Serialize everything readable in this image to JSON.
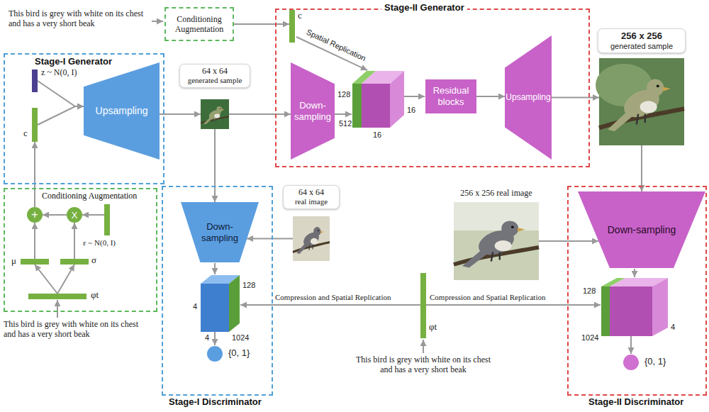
{
  "diagram": {
    "nodes": [
      {
        "text": [
          "Conditioning Augmentation"
        ]
      },
      {
        "text": [
          "Stage-II Generator"
        ]
      },
      {
        "text": [
          "c"
        ],
        "in": 1
      },
      {
        "text": [
          "Down-sampling"
        ],
        "in": 1
      },
      {
        "text": [
          "Residual blocks"
        ],
        "in": 1
      },
      {
        "text": [
          "Upsampling"
        ],
        "in": 1
      },
      {
        "text": [
          "256 x 256",
          "generated sample"
        ]
      },
      {
        "text": [
          "Stage-I Generator"
        ]
      },
      {
        "text": [
          "z ~ N(0, I)"
        ],
        "in": 7
      },
      {
        "text": [
          "c"
        ],
        "in": 7
      },
      {
        "text": [
          "Upsampling"
        ],
        "in": 7
      },
      {
        "text": [
          "64 x 64",
          "generated sample"
        ]
      },
      {
        "text": [
          "Conditioning Augmentation"
        ]
      },
      {
        "text": [
          "+"
        ],
        "in": 12
      },
      {
        "text": [
          "X"
        ],
        "in": 12
      },
      {
        "text": [
          "ε ~ N(0, I)"
        ],
        "in": 12
      },
      {
        "text": [
          "μ"
        ],
        "in": 12
      },
      {
        "text": [
          "σ"
        ],
        "in": 12
      },
      {
        "text": [
          "φt"
        ],
        "in": 12
      },
      {
        "text": [
          "Stage-I Discriminator"
        ]
      },
      {
        "text": [
          "Down-sampling"
        ],
        "in": 19
      },
      {
        "text": [
          "{0, 1}"
        ],
        "in": 19
      },
      {
        "text": [
          "64 x 64",
          "real image"
        ]
      },
      {
        "text": [
          "256 x 256 real image"
        ]
      },
      {
        "text": [
          "φt"
        ]
      },
      {
        "text": [
          "Stage-II Discriminator"
        ]
      },
      {
        "text": [
          "Down-sampling"
        ],
        "in": 25
      },
      {
        "text": [
          "{0, 1}"
        ],
        "in": 25
      }
    ],
    "edges": [
      {
        "from": 0,
        "to": 2,
        "arrow": "to"
      },
      {
        "from": 4,
        "to": 5,
        "arrow": "to"
      },
      {
        "from": 5,
        "to": 6,
        "arrow": "to"
      },
      {
        "from": 6,
        "to": 26,
        "arrow": "to"
      },
      {
        "from": 8,
        "to": 10,
        "arrow": "to"
      },
      {
        "from": 9,
        "to": 10,
        "arrow": "to"
      },
      {
        "from": 10,
        "to": 11,
        "arrow": "to"
      },
      {
        "from": 11,
        "to": 3,
        "arrow": "to"
      },
      {
        "from": 11,
        "to": 20,
        "arrow": "to"
      },
      {
        "from": 13,
        "to": 9,
        "arrow": "to"
      },
      {
        "from": 14,
        "to": 13,
        "arrow": "to"
      },
      {
        "from": 15,
        "to": 14,
        "arrow": "to"
      },
      {
        "from": 16,
        "to": 13,
        "arrow": "to"
      },
      {
        "from": 17,
        "to": 14,
        "arrow": "to"
      },
      {
        "from": 18,
        "to": 16,
        "arrow": "to"
      },
      {
        "from": 18,
        "to": 17,
        "arrow": "to"
      },
      {
        "from": 22,
        "to": 20,
        "arrow": "to"
      },
      {
        "from": 23,
        "to": 26,
        "arrow": "to"
      }
    ],
    "labels": [
      "This bird is grey with white on its chest and has a very short beak",
      "Spatial Replication",
      "128",
      "512",
      "16",
      "16",
      "This bird is grey with white on its chest and has a very short beak",
      "128",
      "4",
      "1024",
      "4",
      "Compression and Spatial Replication",
      "Compression and Spatial Replication",
      "This bird is grey with white on its chest and has a very short beak",
      "128",
      "1024",
      "4"
    ]
  }
}
